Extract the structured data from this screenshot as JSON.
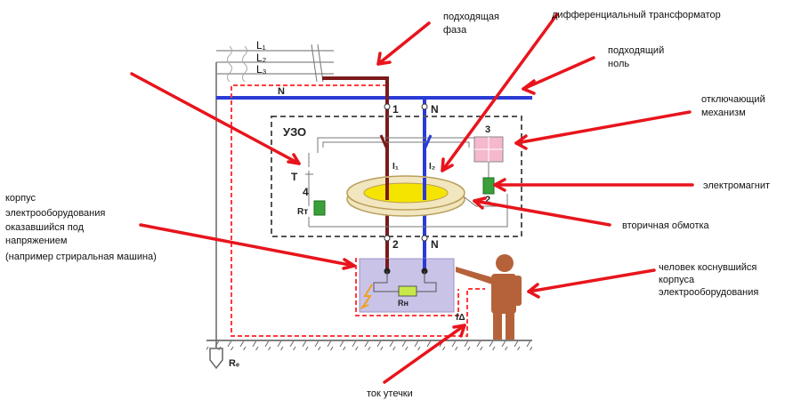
{
  "colors": {
    "phase": "#7a1a1a",
    "neutral": "#2a3bd6",
    "arrow": "#e8141c",
    "leak_path": "#ff3b3b",
    "core": "#f2e6bf",
    "core_inner": "#f5e400",
    "device": "#c9c3e8",
    "human": "#b5623a",
    "relay": "#f5b8cc",
    "coil": "#3aa03a",
    "box_border": "#555555"
  },
  "schematic": {
    "L1": "L₁",
    "L2": "L₂",
    "L3": "L₃",
    "N_line": "N",
    "term_1": "1",
    "term_N_top": "N",
    "uzo": "УЗО",
    "num_3": "3",
    "T": "T",
    "num_4": "4",
    "RT": "Rт",
    "I1": "I₁",
    "I2": "I₂",
    "num_2_coil": "2",
    "term_2": "2",
    "term_N_bottom": "N",
    "RN": "Rн",
    "fa": "fΔ",
    "RE": "Rₑ"
  },
  "annotations": {
    "incoming_phase": [
      "подходящая",
      "фаза"
    ],
    "diff_transformer": "дифференциальный трансформатор",
    "incoming_neutral": [
      "подходящий",
      "ноль"
    ],
    "release_mechanism": [
      "отключающий",
      "механизм"
    ],
    "electromagnet": "электромагнит",
    "secondary_winding": "вторичная обмотка",
    "equipment_case": [
      "корпус",
      "электрооборудования",
      "оказавшийся под",
      "напряжением",
      "(например стриральная машина)"
    ],
    "person": [
      "человек коснувшийся",
      "корпуса",
      "электрооборудования"
    ],
    "leak_current": "ток утечки"
  }
}
